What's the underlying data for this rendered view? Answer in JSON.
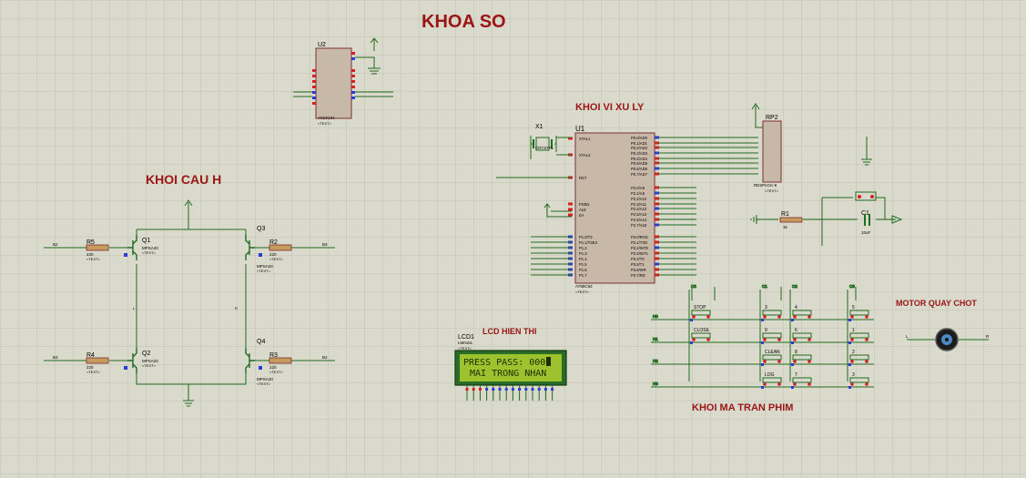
{
  "titles": {
    "main": "KHOA SO",
    "mcu": "KHOI VI XU LY",
    "hbridge": "KHOI CAU H",
    "lcd": "LCD HIEN THI",
    "keypad": "KHOI MA TRAN PHIM",
    "motor": "MOTOR QUAY CHOT"
  },
  "u2": {
    "ref": "U2",
    "part": "AT24C04"
  },
  "u1": {
    "ref": "U1",
    "part": "AT89C52",
    "left_pins": [
      "XTAL1",
      "XTAL2",
      "RST",
      "PSEN",
      "ALE",
      "EA",
      "P1.0/T2",
      "P1.1/T2EX",
      "P1.2",
      "P1.3",
      "P1.4",
      "P1.5",
      "P1.6",
      "P1.7"
    ],
    "right_pins": [
      "P0.0/AD0",
      "P0.1/AD1",
      "P0.2/AD2",
      "P0.3/AD3",
      "P0.4/AD4",
      "P0.5/AD5",
      "P0.6/AD6",
      "P0.7/AD7",
      "P2.0/A8",
      "P2.1/A9",
      "P2.2/A10",
      "P2.3/A11",
      "P2.4/A12",
      "P2.5/A13",
      "P2.6/A14",
      "P2.7/A15",
      "P3.0/RXD",
      "P3.1/TXD",
      "P3.2/INT0",
      "P3.3/INT1",
      "P3.4/T0",
      "P3.5/T1",
      "P3.6/WR",
      "P3.7/RD"
    ]
  },
  "x1": {
    "ref": "X1",
    "part": "CRYSTAL"
  },
  "rp2": {
    "ref": "RP2",
    "part": "RESPACK-8"
  },
  "r1": {
    "ref": "R1",
    "value": "1k"
  },
  "c1": {
    "ref": "C1",
    "value": "10uF"
  },
  "transistors": [
    {
      "ref": "Q1",
      "part": "MPSA20"
    },
    {
      "ref": "Q2",
      "part": "MPSA20"
    },
    {
      "ref": "Q3",
      "part": "MPSA20"
    },
    {
      "ref": "Q4",
      "part": "MPSA20"
    }
  ],
  "resistors": [
    {
      "ref": "R5",
      "value": "220"
    },
    {
      "ref": "R4",
      "value": "220"
    },
    {
      "ref": "R2",
      "value": "220"
    },
    {
      "ref": "R3",
      "value": "220"
    }
  ],
  "text_placeholder": "<TEXT>",
  "lcd": {
    "ref": "LCD1",
    "part": "LM016L",
    "line1": "PRESS PASS: 000",
    "line2": "MAI TRONG NHAN"
  },
  "keypad": {
    "rows": [
      [
        "STOP",
        "3",
        "4",
        "5"
      ],
      [
        "CLOSE",
        "9",
        "6",
        "1"
      ],
      [
        "",
        "CLEAN",
        "8",
        "2"
      ],
      [
        "",
        "LOG",
        "7",
        "3"
      ]
    ],
    "row_nets": [
      "H0",
      "H1",
      "H2",
      "H3"
    ],
    "col_nets": [
      "C0",
      "C1",
      "C2",
      "C3"
    ]
  },
  "motor_nets": [
    "L",
    "R"
  ],
  "colors": {
    "background": "#d9d9cc",
    "grid": "#c6c6b6",
    "wire": "#1f6b1f",
    "title": "#9b1515",
    "chip": "#c8b8a8",
    "chip_border": "#7a2f2f",
    "lcd_screen": "#9cc22e",
    "pin_blue": "#2d3bd6",
    "pin_red": "#d82020"
  }
}
